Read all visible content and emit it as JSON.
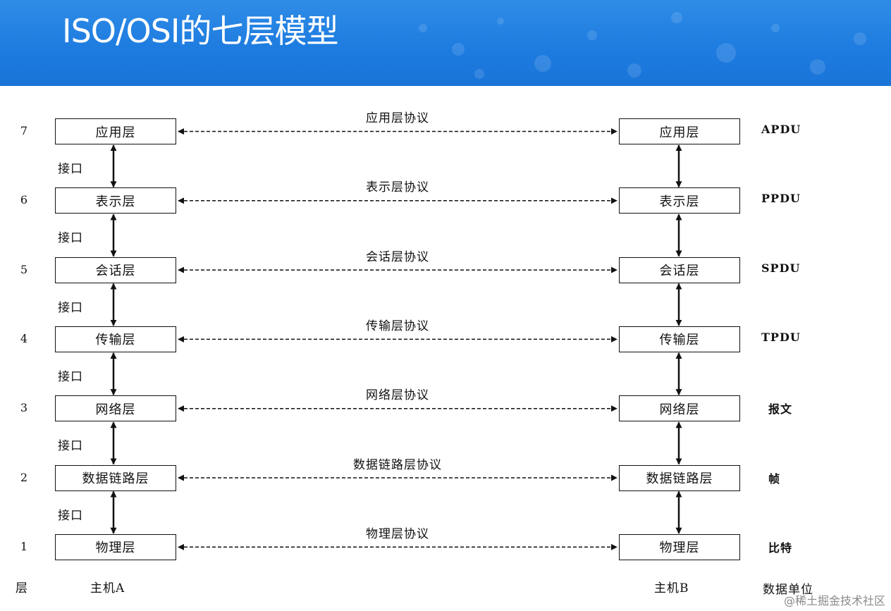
{
  "title": "ISO/OSI的七层模型",
  "colors": {
    "header": "#1d7be0",
    "line": "#111111"
  },
  "layers": [
    {
      "number": "7",
      "name": "应用层",
      "protocol": "应用层协议",
      "pdu": "APDU"
    },
    {
      "number": "6",
      "name": "表示层",
      "protocol": "表示层协议",
      "pdu": "PPDU"
    },
    {
      "number": "5",
      "name": "会话层",
      "protocol": "会话层协议",
      "pdu": "SPDU"
    },
    {
      "number": "4",
      "name": "传输层",
      "protocol": "传输层协议",
      "pdu": "TPDU"
    },
    {
      "number": "3",
      "name": "网络层",
      "protocol": "网络层协议",
      "pdu": "报文"
    },
    {
      "number": "2",
      "name": "数据链路层",
      "protocol": "数据链路层协议",
      "pdu": "帧"
    },
    {
      "number": "1",
      "name": "物理层",
      "protocol": "物理层协议",
      "pdu": "比特"
    }
  ],
  "interface_label": "接口",
  "footer": {
    "layer_label": "层",
    "host_a": "主机A",
    "host_b": "主机B",
    "unit_label": "数据单位"
  },
  "watermark": "@稀土掘金技术社区"
}
